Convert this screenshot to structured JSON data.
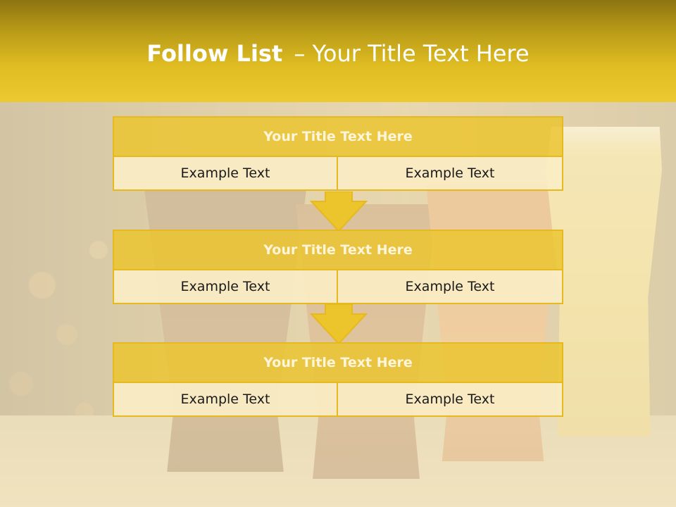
{
  "slide": {
    "title_bold": "Follow List",
    "title_separator": "–",
    "title_rest": "Your Title Text Here"
  },
  "steps": [
    {
      "title": "Your Title Text Here",
      "left": "Example Text",
      "right": "Example Text"
    },
    {
      "title": "Your Title Text Here",
      "left": "Example Text",
      "right": "Example Text"
    },
    {
      "title": "Your Title Text Here",
      "left": "Example Text",
      "right": "Example Text"
    }
  ],
  "colors": {
    "accent": "#ecc930",
    "box_fill": "#ecc42c",
    "cell_fill": "#faecc4",
    "border": "#e6b91f"
  }
}
